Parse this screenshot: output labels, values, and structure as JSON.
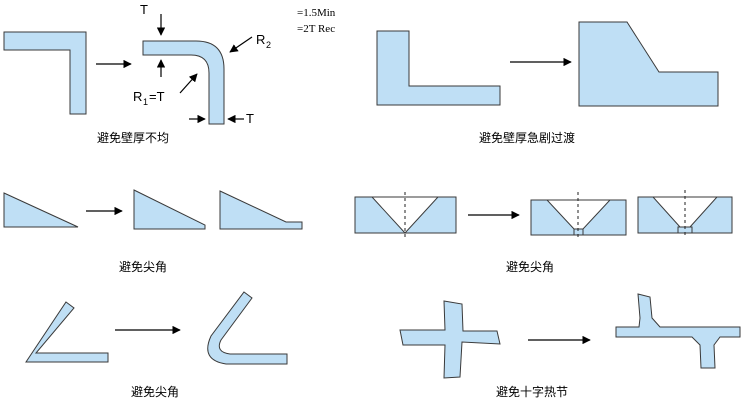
{
  "labels": {
    "t_top": "T",
    "r2": "R",
    "r2_sub": "2",
    "r1": "R",
    "r1_sub": "1",
    "r1_suffix": "=T",
    "t_right": "T",
    "note_min": "=1.5Min",
    "note_rec": "=2T Rec"
  },
  "captions": {
    "c1": "避免壁厚不均",
    "c2": "避免壁厚急剧过渡",
    "c3": "避免尖角",
    "c4": "避免尖角",
    "c5": "避免尖角",
    "c6": "避免十字热节"
  },
  "colors": {
    "fill": "#bfdff5",
    "stroke": "#3a3a3a"
  }
}
